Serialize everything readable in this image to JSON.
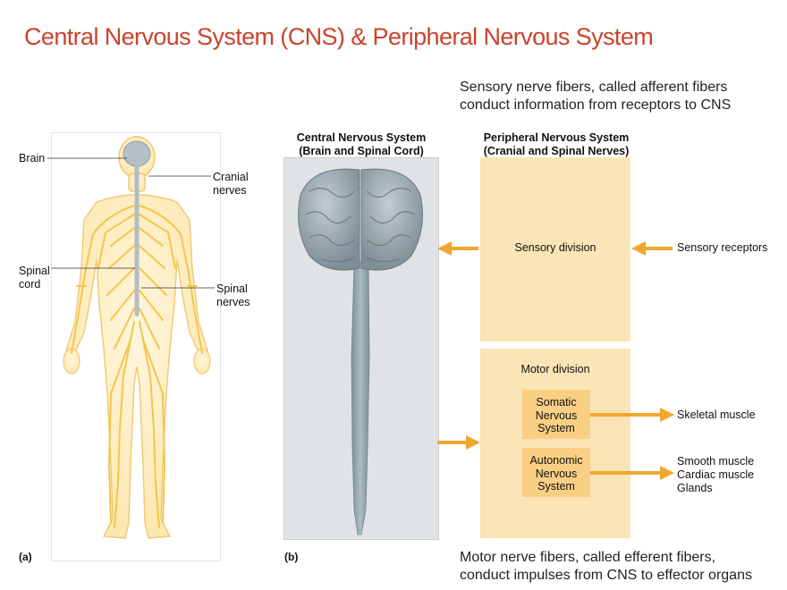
{
  "title": "Central Nervous System (CNS) & Peripheral Nervous System",
  "notes": {
    "sensory_line1": "Sensory nerve fibers, called afferent fibers",
    "sensory_line2": "conduct information from receptors to CNS",
    "motor_line1": "Motor nerve fibers, called efferent fibers,",
    "motor_line2": "conduct impulses from CNS to effector organs"
  },
  "panel_a": {
    "letter": "(a)",
    "labels": {
      "brain": "Brain",
      "cranial_1": "Cranial",
      "cranial_2": "nerves",
      "spinal_cord_1": "Spinal",
      "spinal_cord_2": "cord",
      "spinal_nerves_1": "Spinal",
      "spinal_nerves_2": "nerves"
    }
  },
  "panel_b": {
    "letter": "(b)",
    "cns_heading_1": "Central Nervous System",
    "cns_heading_2": "(Brain and Spinal Cord)",
    "pns_heading_1": "Peripheral Nervous System",
    "pns_heading_2": "(Cranial and Spinal Nerves)",
    "sensory_division": "Sensory division",
    "sensory_receptors": "Sensory receptors",
    "motor_division": "Motor division",
    "somatic": [
      "Somatic",
      "Nervous",
      "System"
    ],
    "autonomic": [
      "Autonomic",
      "Nervous",
      "System"
    ],
    "skeletal_muscle": "Skeletal muscle",
    "autonomic_targets": [
      "Smooth muscle",
      "Cardiac muscle",
      "Glands"
    ]
  },
  "colors": {
    "title": "#c9442c",
    "nerve": "#f3c64a",
    "box": "#fbe4b6",
    "inner_box": "#f9cf83",
    "arrow": "#f1a631",
    "brain": "#9aa7b0",
    "cord": "#8ea2a8"
  }
}
